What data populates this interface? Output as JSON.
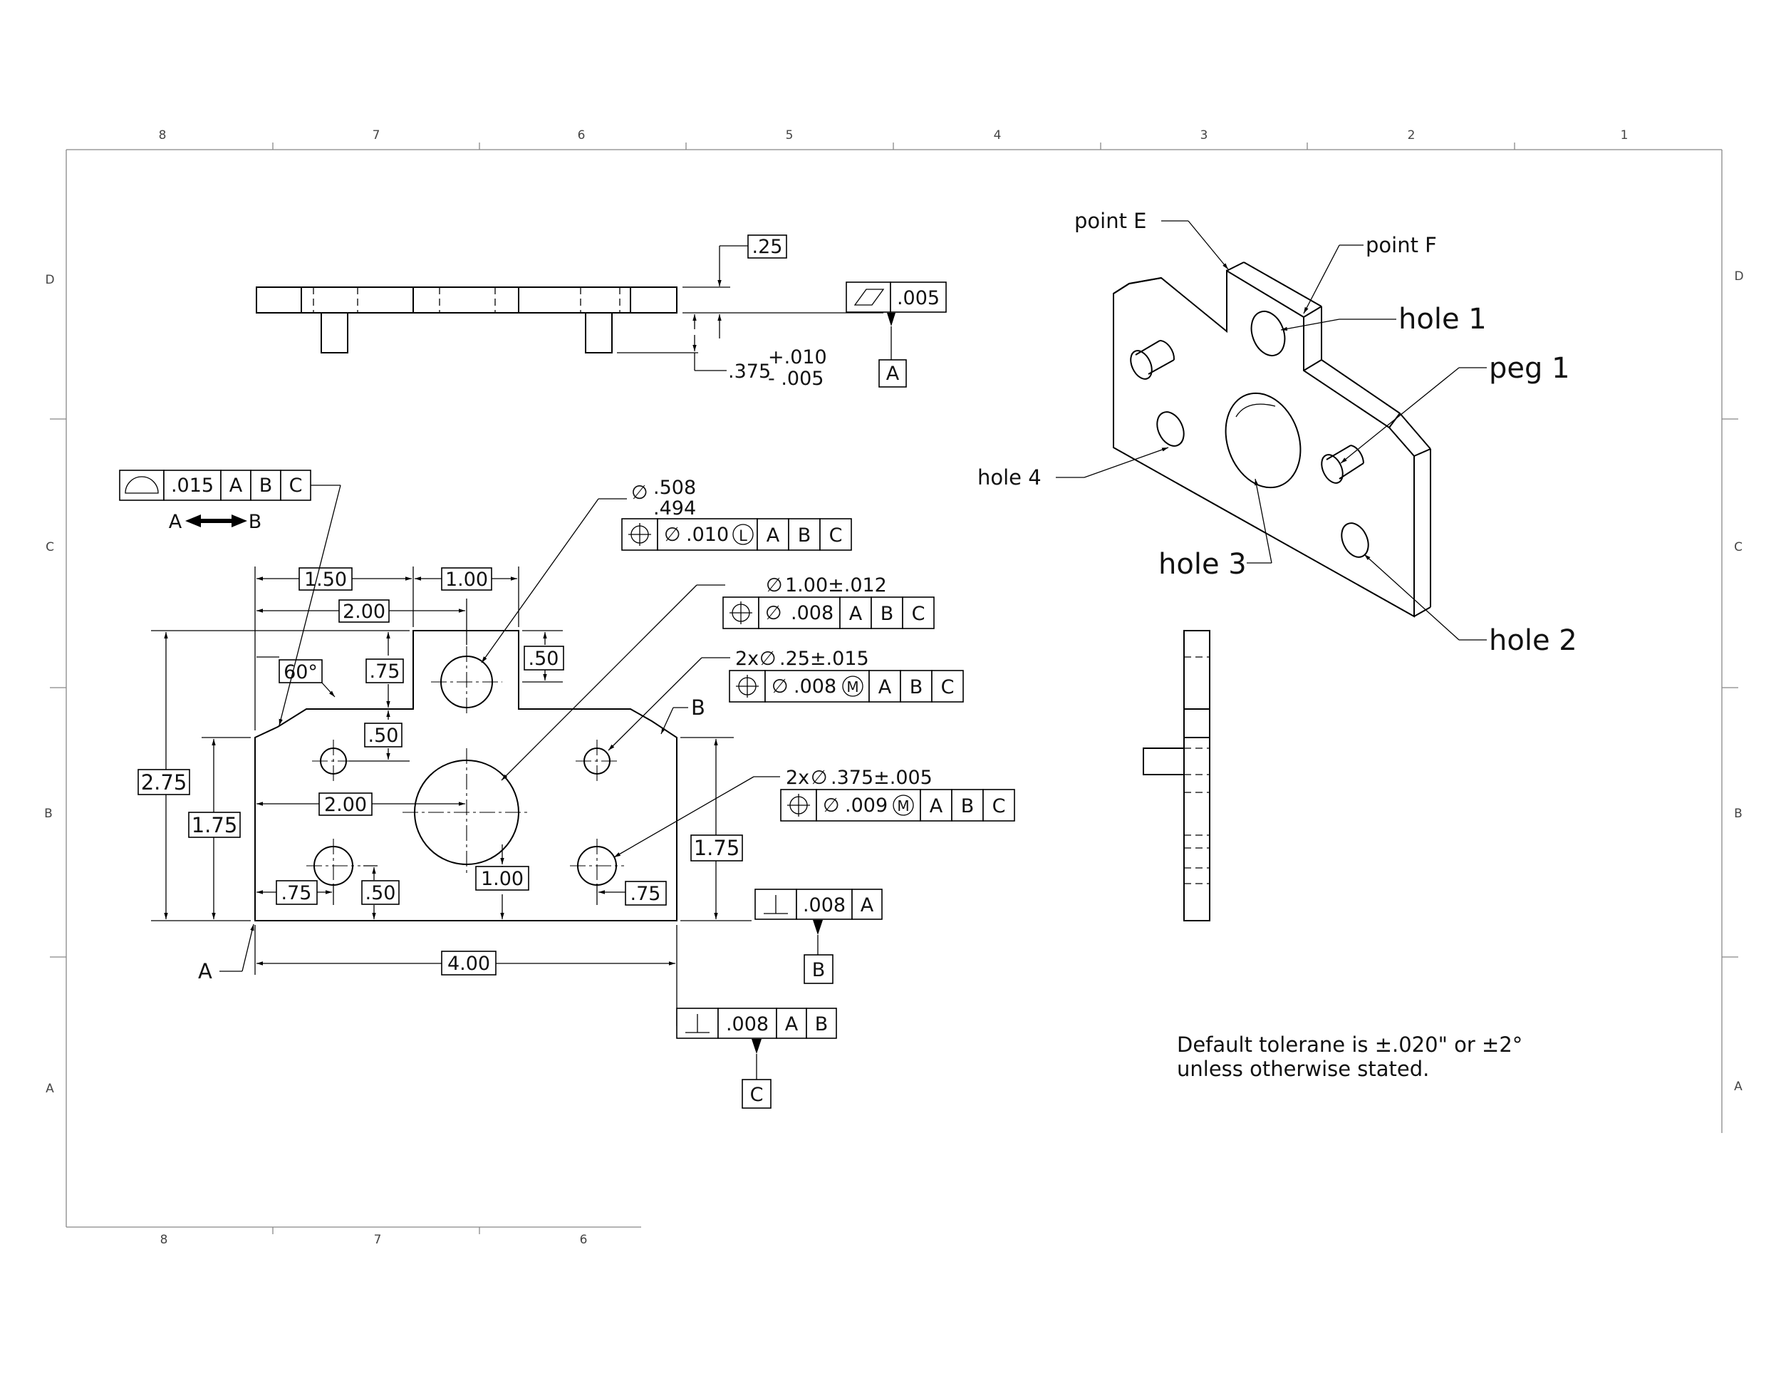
{
  "frame": {
    "zones_top": [
      "8",
      "7",
      "6",
      "5",
      "4",
      "3",
      "2",
      "1"
    ],
    "zones_bottom": [
      "8",
      "7",
      "6"
    ],
    "rows_left": [
      "D",
      "C",
      "B",
      "A"
    ],
    "rows_right": [
      "D",
      "C",
      "B",
      "A"
    ]
  },
  "top_view": {
    "thickness_dim": ".25",
    "flatness_tol": ".005",
    "datum_a": "A",
    "peg_height_base": ".375",
    "peg_height_plus": "+.010",
    "peg_height_minus": "- .005"
  },
  "front_view": {
    "profile_fcf": {
      "tol": ".015",
      "datums": [
        "A",
        "B",
        "C"
      ],
      "between_from": "A",
      "between_to": "B"
    },
    "hole1_size_upper": ".508",
    "hole1_size_lower": ".494",
    "hole1_fcf": {
      "dia": "∅",
      "tol": ".010",
      "modifier": "L",
      "datums": [
        "A",
        "B",
        "C"
      ]
    },
    "hole3_note": "1.00±.012",
    "hole3_fcf": {
      "dia": "∅",
      "tol": ".008",
      "datums": [
        "A",
        "B",
        "C"
      ]
    },
    "holes_small_note": "2x",
    "holes_small_size": ".25±.015",
    "holes_small_fcf": {
      "dia": "∅",
      "tol": ".008",
      "modifier": "M",
      "datums": [
        "A",
        "B",
        "C"
      ]
    },
    "pegs_note": "2x",
    "pegs_size": ".375±.005",
    "pegs_fcf": {
      "dia": "∅",
      "tol": ".009",
      "modifier": "M",
      "datums": [
        "A",
        "B",
        "C"
      ]
    },
    "perp_b_fcf": {
      "tol": ".008",
      "datums": [
        "A"
      ]
    },
    "perp_c_fcf": {
      "tol": ".008",
      "datums": [
        "A",
        "B"
      ]
    },
    "datum_a_label": "A",
    "datum_b_label": "B",
    "datum_b_box": "B",
    "datum_c_box": "C",
    "dims": {
      "d150": "1.50",
      "d100_top": "1.00",
      "d200_top": "2.00",
      "d050_right": ".50",
      "d075_vert": ".75",
      "d060": "60°",
      "d050_mid": ".50",
      "d275": "2.75",
      "d175_left": "1.75",
      "d200_mid": "2.00",
      "d075_left": ".75",
      "d050_bottom": ".50",
      "d100_bottom": "1.00",
      "d075_right": ".75",
      "d175_right": "1.75",
      "d400": "4.00"
    }
  },
  "iso_view": {
    "point_e": "point E",
    "point_f": "point F",
    "hole1": "hole 1",
    "peg1": "peg 1",
    "hole4": "hole 4",
    "hole3": "hole 3",
    "hole2": "hole 2"
  },
  "notes": {
    "line1": "Default tolerane is ±.020\" or ±2°",
    "line2": "unless otherwise stated."
  }
}
